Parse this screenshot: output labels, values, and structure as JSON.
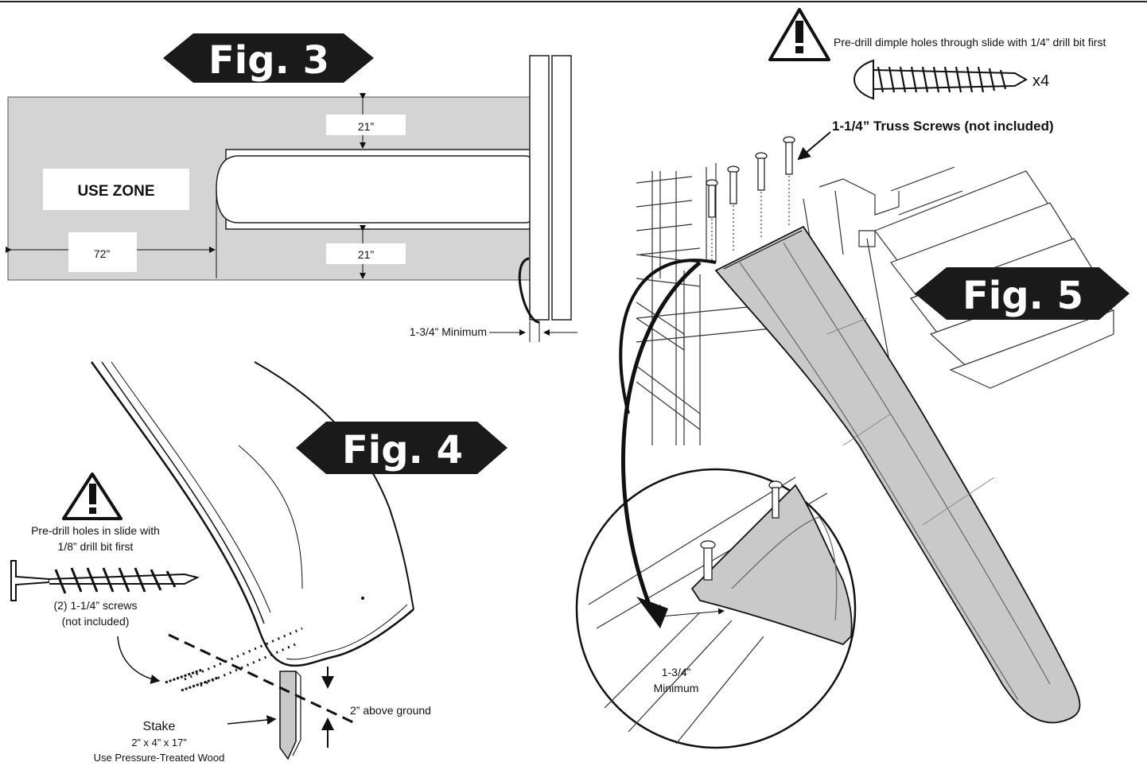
{
  "fig3": {
    "title": "Fig. 3",
    "use_zone_label": "USE ZONE",
    "dim_top": "21”",
    "dim_bottom": "21”",
    "dim_left": "72”",
    "min_label": "1-3/4”  Minimum"
  },
  "fig4": {
    "title": "Fig. 4",
    "warning_line1": "Pre-drill holes in slide with",
    "warning_line2": "1/8” drill bit first",
    "screws_line1": "(2) 1-1/4” screws",
    "screws_line2": "(not included)",
    "ground_label": "2” above ground",
    "stake_title": "Stake",
    "stake_size": "2” x 4” x 17”",
    "stake_note": "Use Pressure-Treated Wood"
  },
  "fig5": {
    "title": "Fig. 5",
    "warning": "Pre-drill dimple holes through slide with 1/4” drill bit first",
    "quantity": "x4",
    "truss_label": "1-1/4” Truss Screws (not included)",
    "min_line1": "1-3/4”",
    "min_line2": "Minimum"
  },
  "colors": {
    "use_zone_gray": "#d4d4d4",
    "slide_gray": "#c9c9c9",
    "ink": "#111111",
    "banner": "#1a1a1a"
  }
}
